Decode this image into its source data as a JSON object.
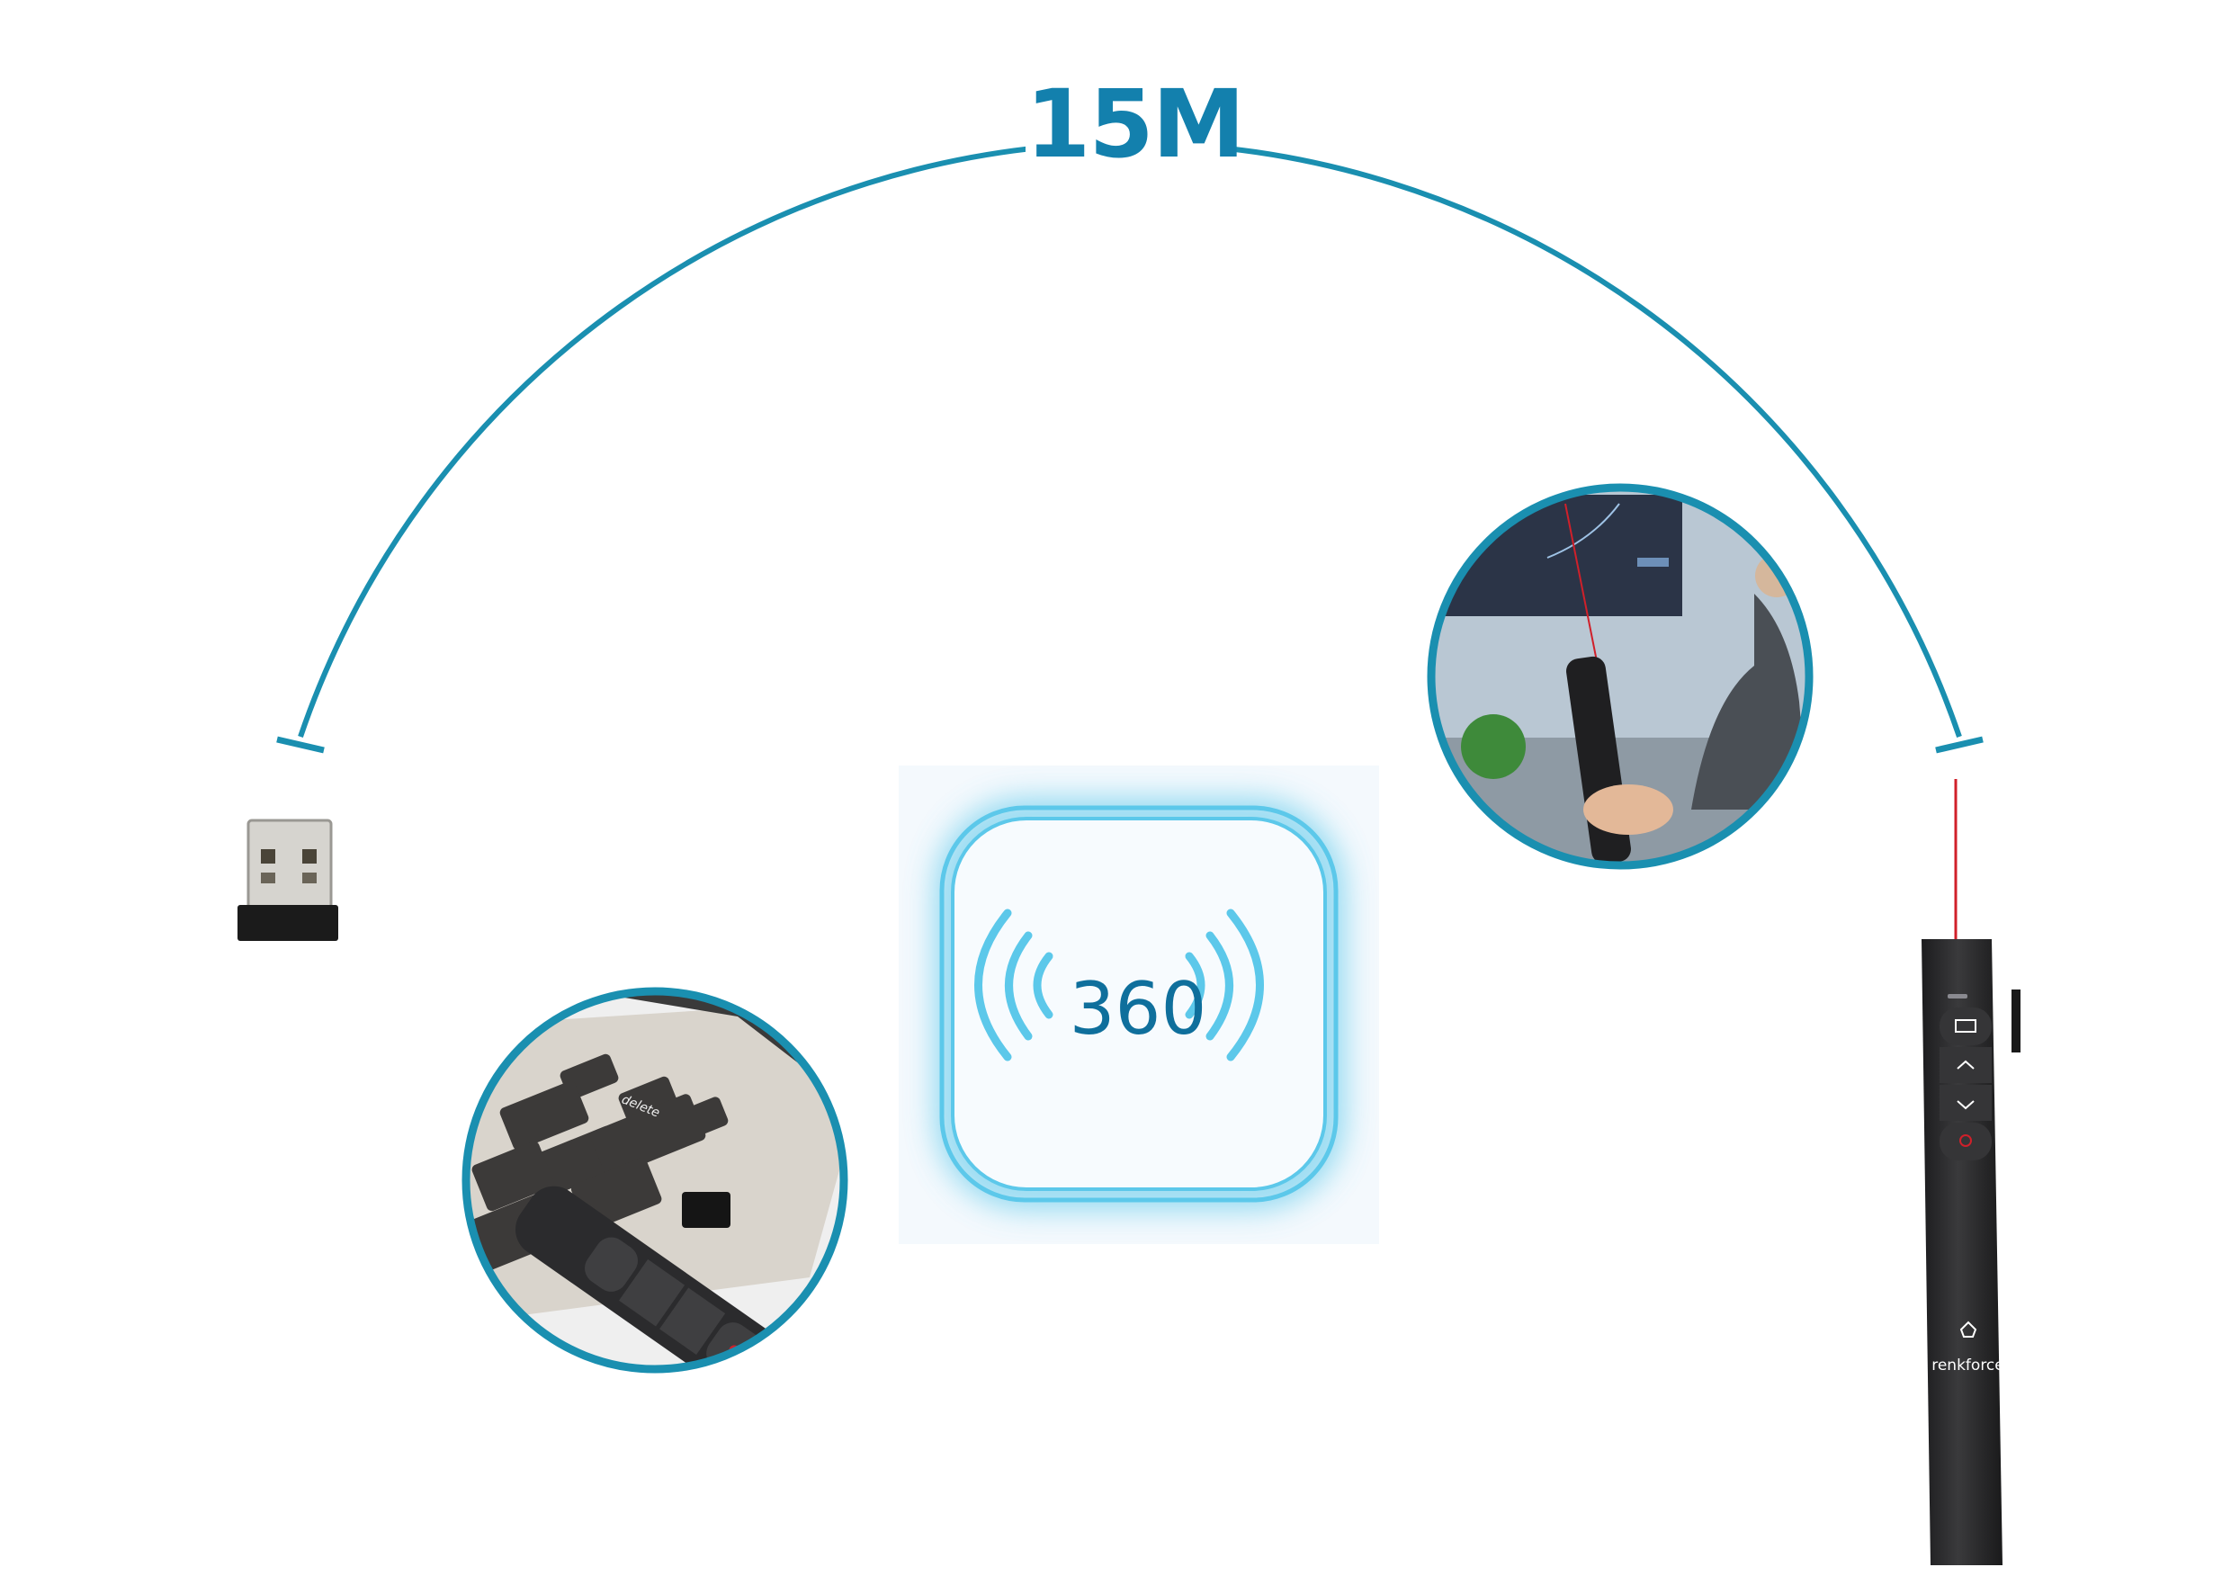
{
  "range": {
    "label": "15M"
  },
  "coverage": {
    "label": "360"
  },
  "keyboard": {
    "delete_key": "delete"
  },
  "presenter": {
    "brand": "renkforce"
  },
  "colors": {
    "accent": "#1a8fb0",
    "text": "#1380ad",
    "glow": "#5cc8ea",
    "laser": "#d0202a",
    "device": "#2a2a2c"
  }
}
